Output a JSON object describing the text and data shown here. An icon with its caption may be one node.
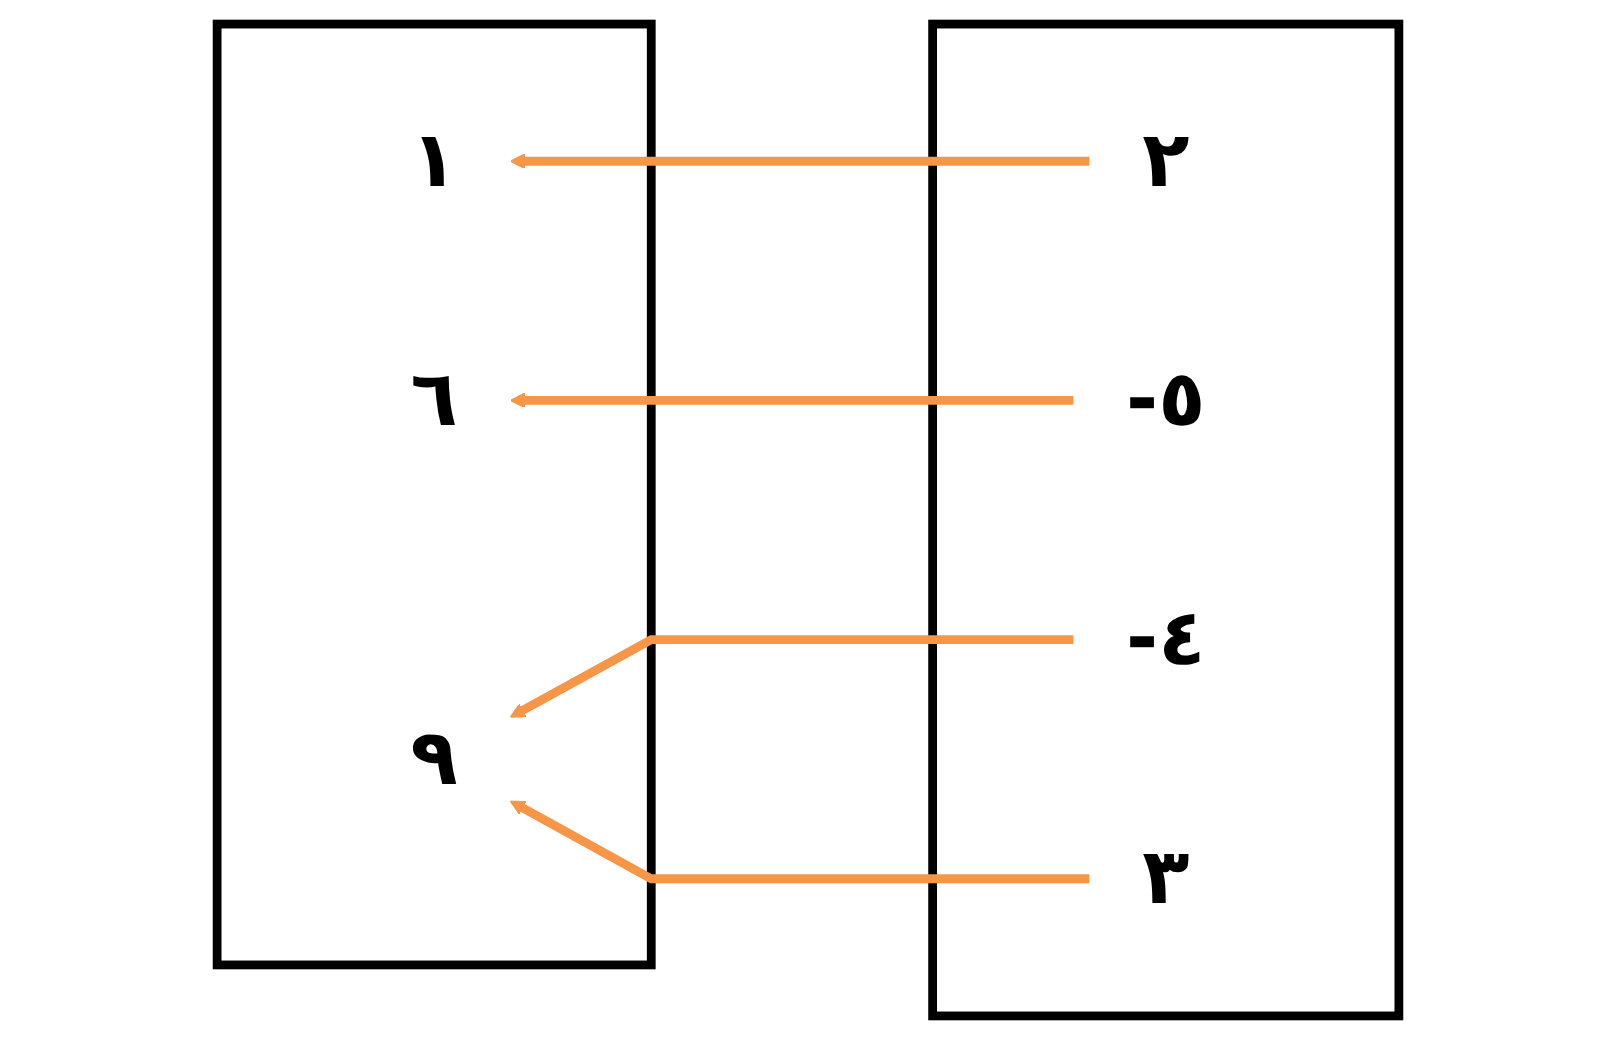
{
  "diagram": {
    "nodes": [
      {
        "text": [],
        "shape": "box"
      },
      {
        "text": [
          "١"
        ],
        "in": 0
      },
      {
        "text": [
          "٦"
        ],
        "in": 0
      },
      {
        "text": [
          "٩"
        ],
        "in": 0
      },
      {
        "text": [],
        "shape": "box"
      },
      {
        "text": [
          "-٥"
        ],
        "in": 4
      },
      {
        "text": [
          "-٤"
        ],
        "in": 4
      },
      {
        "text": [
          "٢"
        ],
        "in": 4
      },
      {
        "text": [
          "٣"
        ],
        "in": 4
      }
    ],
    "edges": [
      {
        "from": 5,
        "to": 2,
        "arrow": "to"
      },
      {
        "from": 6,
        "to": 3,
        "arrow": "to"
      },
      {
        "from": 7,
        "to": 1,
        "arrow": "to"
      },
      {
        "from": 8,
        "to": 3,
        "arrow": "to"
      }
    ]
  }
}
